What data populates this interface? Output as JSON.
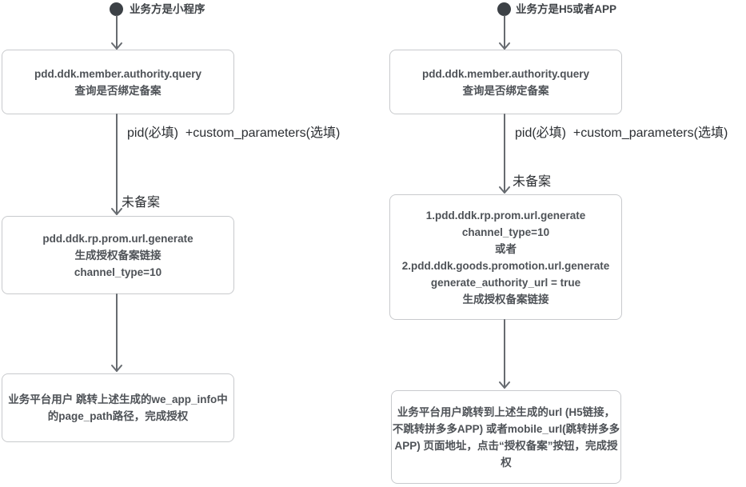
{
  "diagram": {
    "type": "flowchart",
    "background": "#ffffff",
    "colors": {
      "node_border": "#c8cacd",
      "node_fill": "#ffffff",
      "node_text": "#4e5257",
      "edge_line": "#676b70",
      "edge_label_text": "#2b2e32",
      "start_dot": "#3c4146"
    },
    "flows": [
      {
        "id": "mini-program",
        "start_label": "业务方是小程序",
        "edge_labels": {
          "params": "pid(必填)  +custom_parameters(选填)",
          "status": "未备案"
        },
        "nodes": [
          {
            "lines": [
              "pdd.ddk.member.authority.query",
              "查询是否绑定备案"
            ]
          },
          {
            "lines": [
              "pdd.ddk.rp.prom.url.generate",
              "生成授权备案链接",
              "channel_type=10"
            ]
          },
          {
            "lines": [
              "业务平台用户 跳转上述生成的we_app_info中",
              "的page_path路径，完成授权"
            ]
          }
        ]
      },
      {
        "id": "h5-or-app",
        "start_label": "业务方是H5或者APP",
        "edge_labels": {
          "params": "pid(必填)  +custom_parameters(选填)",
          "status": "未备案"
        },
        "nodes": [
          {
            "lines": [
              "pdd.ddk.member.authority.query",
              "查询是否绑定备案"
            ]
          },
          {
            "lines": [
              "1.pdd.ddk.rp.prom.url.generate",
              "channel_type=10",
              "或者",
              "2.pdd.ddk.goods.promotion.url.generate",
              "generate_authority_url = true",
              "生成授权备案链接"
            ]
          },
          {
            "lines": [
              "业务平台用户跳转到上述生成的url (H5链接，",
              "不跳转拼多多APP) 或者mobile_url(跳转拼多多",
              "APP) 页面地址，点击“授权备案”按钮，完成授",
              "权"
            ]
          }
        ]
      }
    ]
  }
}
